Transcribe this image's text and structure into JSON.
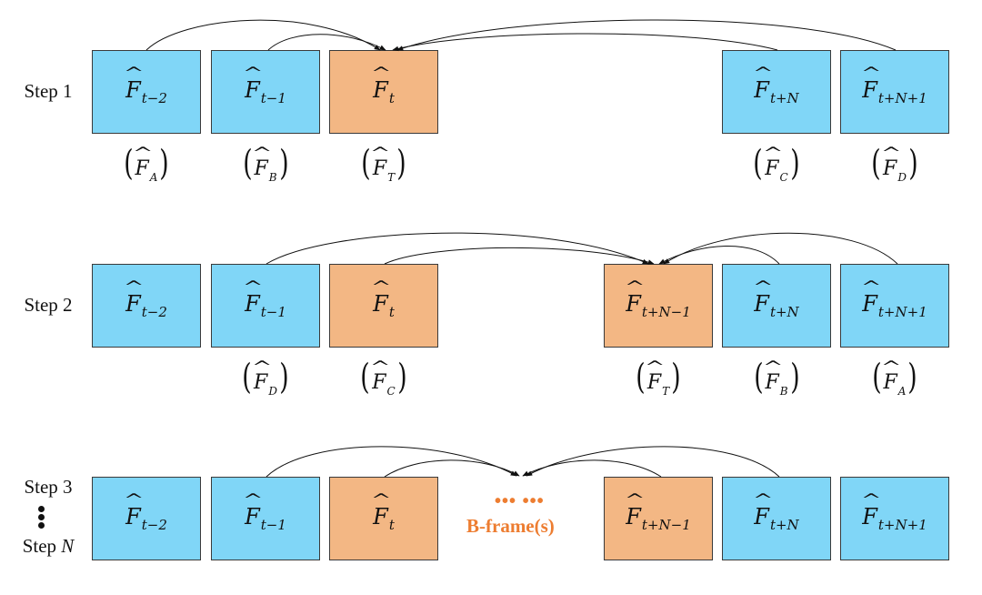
{
  "diagram": {
    "colors": {
      "reference_frame": "#80d6f7",
      "target_frame": "#f3b784",
      "bframe_text": "#ed7d31",
      "arrow": "#111111"
    },
    "steps": [
      {
        "label": "Step 1",
        "frames": [
          {
            "base": "F",
            "sub": "t−2",
            "type": "reference",
            "role": "A"
          },
          {
            "base": "F",
            "sub": "t−1",
            "type": "reference",
            "role": "B"
          },
          {
            "base": "F",
            "sub": "t",
            "type": "target",
            "role": "T"
          },
          {
            "base": "F",
            "sub": "t+N",
            "type": "reference",
            "role": "C"
          },
          {
            "base": "F",
            "sub": "t+N+1",
            "type": "reference",
            "role": "D"
          }
        ],
        "arrows": [
          {
            "from": "F_{t-2}",
            "to": "F_t"
          },
          {
            "from": "F_{t-1}",
            "to": "F_t"
          },
          {
            "from": "F_{t+N}",
            "to": "F_t"
          },
          {
            "from": "F_{t+N+1}",
            "to": "F_t"
          }
        ]
      },
      {
        "label": "Step 2",
        "frames": [
          {
            "base": "F",
            "sub": "t−2",
            "type": "reference",
            "role": ""
          },
          {
            "base": "F",
            "sub": "t−1",
            "type": "reference",
            "role": "D"
          },
          {
            "base": "F",
            "sub": "t",
            "type": "target",
            "role": "C"
          },
          {
            "base": "F",
            "sub": "t+N−1",
            "type": "target",
            "role": "T"
          },
          {
            "base": "F",
            "sub": "t+N",
            "type": "reference",
            "role": "B"
          },
          {
            "base": "F",
            "sub": "t+N+1",
            "type": "reference",
            "role": "A"
          }
        ],
        "arrows": [
          {
            "from": "F_{t-1}",
            "to": "F_{t+N-1}"
          },
          {
            "from": "F_t",
            "to": "F_{t+N-1}"
          },
          {
            "from": "F_{t+N}",
            "to": "F_{t+N-1}"
          },
          {
            "from": "F_{t+N+1}",
            "to": "F_{t+N-1}"
          }
        ]
      },
      {
        "label": "Step 3",
        "label_end": "Step",
        "label_end_var": "N",
        "frames": [
          {
            "base": "F",
            "sub": "t−2",
            "type": "reference",
            "role": ""
          },
          {
            "base": "F",
            "sub": "t−1",
            "type": "reference",
            "role": ""
          },
          {
            "base": "F",
            "sub": "t",
            "type": "target",
            "role": ""
          },
          {
            "base": "F",
            "sub": "t+N−1",
            "type": "target",
            "role": ""
          },
          {
            "base": "F",
            "sub": "t+N",
            "type": "reference",
            "role": ""
          },
          {
            "base": "F",
            "sub": "t+N+1",
            "type": "reference",
            "role": ""
          }
        ],
        "arrows": [
          {
            "from": "F_{t-1}",
            "to": "B-frame(s)"
          },
          {
            "from": "F_t",
            "to": "B-frame(s)"
          },
          {
            "from": "F_{t+N-1}",
            "to": "B-frame(s)"
          },
          {
            "from": "F_{t+N}",
            "to": "B-frame(s)"
          }
        ],
        "bframe_dots": "••• •••",
        "bframe_label": "B-frame(s)"
      }
    ]
  }
}
